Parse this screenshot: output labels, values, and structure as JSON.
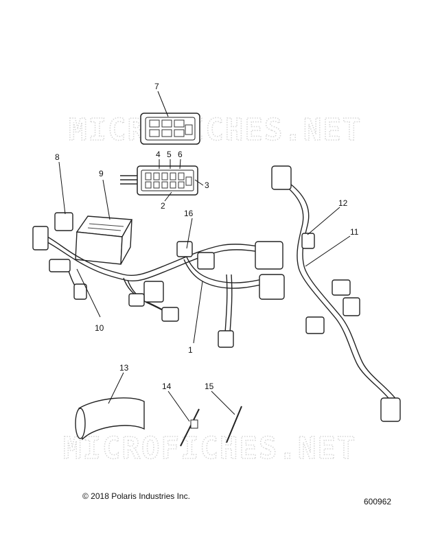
{
  "watermark": "MICROFICHES.NET",
  "callouts": [
    "1",
    "2",
    "3",
    "4",
    "5",
    "6",
    "7",
    "8",
    "9",
    "10",
    "11",
    "12",
    "13",
    "14",
    "15",
    "16"
  ],
  "footer": {
    "copyright": "© 2018 Polaris Industries Inc.",
    "diagram_number": "600962"
  }
}
